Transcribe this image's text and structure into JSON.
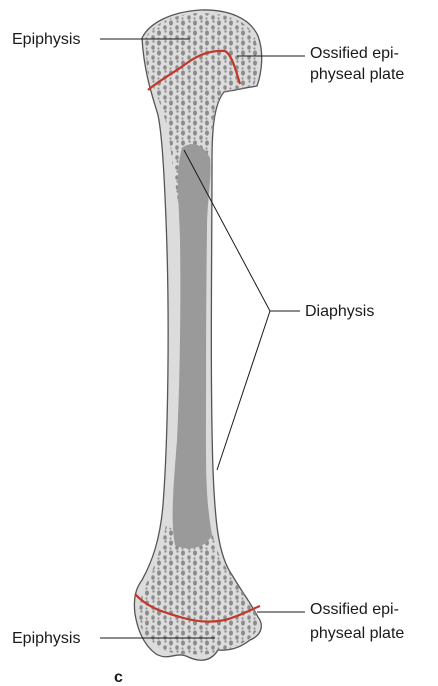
{
  "labels": {
    "epiphysis_top": "Epiphysis",
    "plate_top_line1": "Ossified epi-",
    "plate_top_line2": "physeal plate",
    "diaphysis": "Diaphysis",
    "plate_bottom_line1": "Ossified epi-",
    "plate_bottom_line2": "physeal plate",
    "epiphysis_bottom": "Epiphysis",
    "panel": "c"
  },
  "colors": {
    "cortex": "#dcdcdc",
    "outline": "#555555",
    "spongy_bone": "#8c8c8c",
    "medullary_cavity": "#9a9a9a",
    "epiphyseal_line": "#c0392b"
  }
}
